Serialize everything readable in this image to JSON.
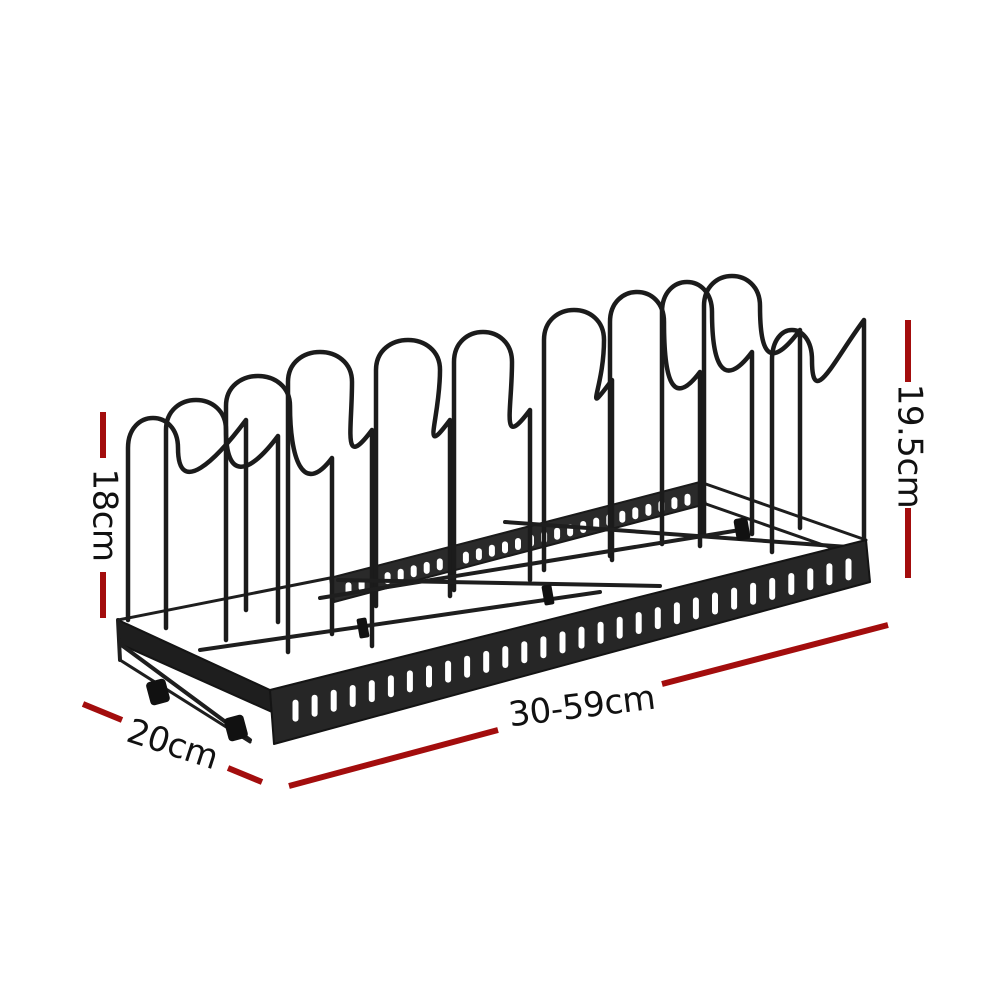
{
  "product": {
    "icon": "pot-lid-rack-icon",
    "frame_color": "#1e1e1e",
    "slot_count_front": 30,
    "slot_count_back": 27,
    "divider_count": 9
  },
  "dimensions": {
    "line_color": "#a30d0d",
    "label_color": "#111111",
    "height_left": "18cm",
    "height_right": "19.5cm",
    "depth": "20cm",
    "length": "30-59cm"
  }
}
